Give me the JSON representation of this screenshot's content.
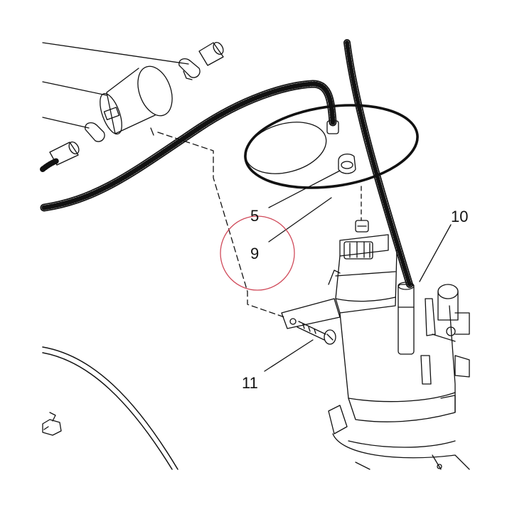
{
  "callouts": {
    "part_5": "5",
    "part_9": "9",
    "part_10": "10",
    "part_11": "11"
  },
  "colors": {
    "line": "#111111",
    "highlight_circle": "#d04a5a",
    "background": "#ffffff"
  }
}
